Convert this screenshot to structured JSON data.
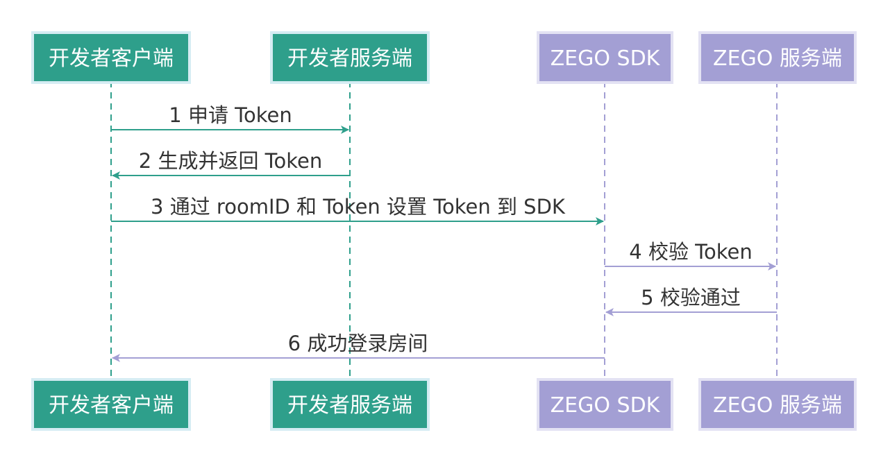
{
  "participants": [
    {
      "id": "dev-client",
      "label": "开发者客户端",
      "color": "#2e9f8b",
      "border": "#d5ecf3"
    },
    {
      "id": "dev-server",
      "label": "开发者服务端",
      "color": "#2e9f8b",
      "border": "#d5ecf3"
    },
    {
      "id": "zego-sdk",
      "label": "ZEGO SDK",
      "color": "#a39fd4",
      "border": "#e3e2f3"
    },
    {
      "id": "zego-server",
      "label": "ZEGO 服务端",
      "color": "#a39fd4",
      "border": "#e3e2f3"
    }
  ],
  "messages": [
    {
      "from": 0,
      "to": 1,
      "label": "1 申请 Token",
      "color": "#2e9f8b"
    },
    {
      "from": 1,
      "to": 0,
      "label": "2 生成并返回 Token",
      "color": "#2e9f8b"
    },
    {
      "from": 0,
      "to": 2,
      "label": "3 通过 roomID 和 Token 设置 Token 到 SDK",
      "color": "#2e9f8b"
    },
    {
      "from": 2,
      "to": 3,
      "label": "4 校验 Token",
      "color": "#a39fd4"
    },
    {
      "from": 3,
      "to": 2,
      "label": "5 校验通过",
      "color": "#a39fd4"
    },
    {
      "from": 2,
      "to": 0,
      "label": "6 成功登录房间",
      "color": "#a39fd4"
    }
  ]
}
